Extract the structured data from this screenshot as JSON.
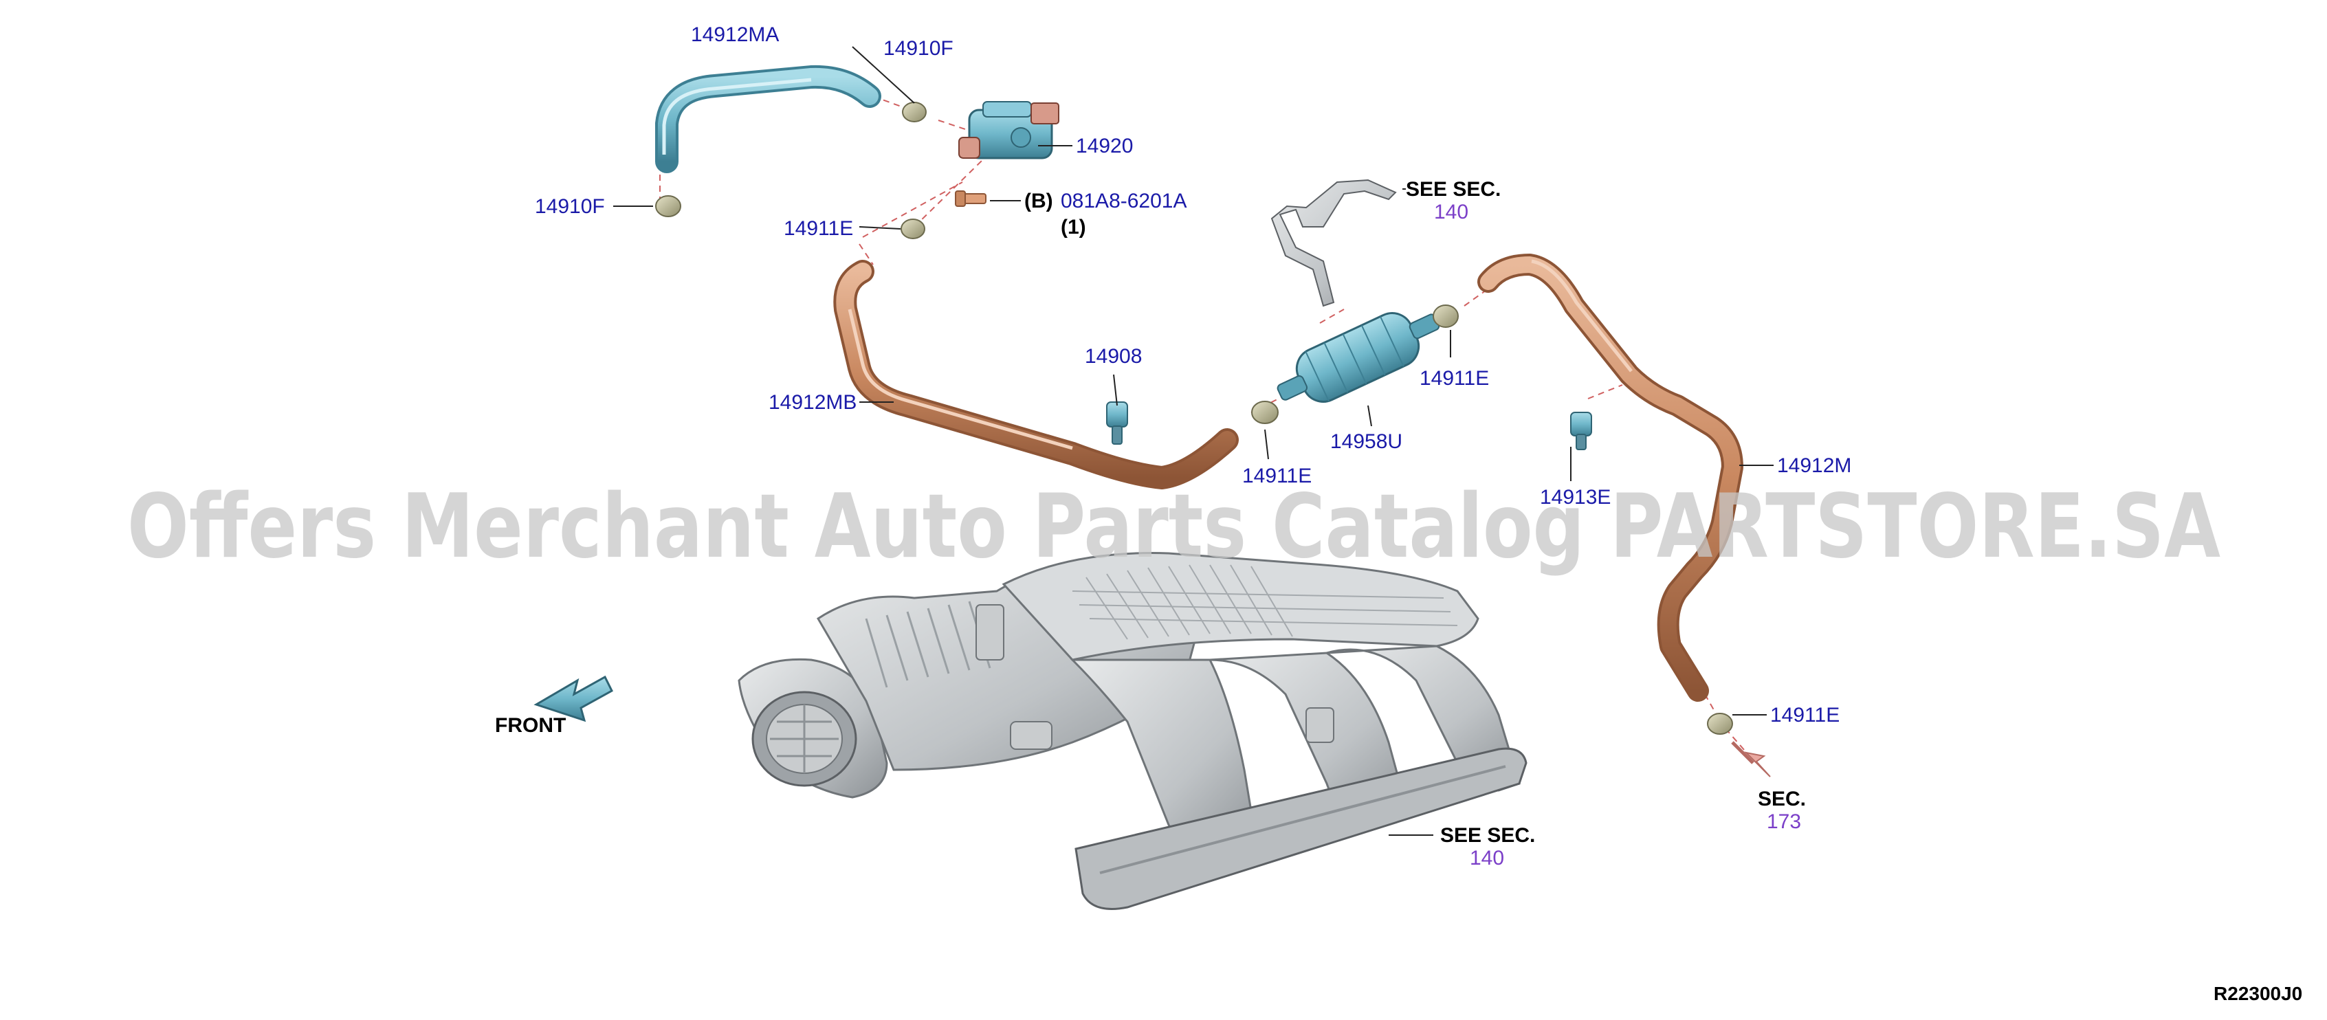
{
  "labels": {
    "p14912MA": "14912MA",
    "p14910F_top": "14910F",
    "p14920": "14920",
    "p14910F_left": "14910F",
    "p14911E_upper": "14911E",
    "bolt_b": "(B)",
    "bolt_part": "081A8-6201A",
    "bolt_qty": "(1)",
    "see_sec_1": "SEE SEC.",
    "see_sec_1_num": "140",
    "p14908": "14908",
    "p14912MB": "14912MB",
    "p14911E_mid": "14911E",
    "p14958U": "14958U",
    "p14911E_bottom": "14911E",
    "p14912M": "14912M",
    "p14913E": "14913E",
    "p14911E_right": "14911E",
    "sec_2": "SEC.",
    "sec_2_num": "173",
    "see_sec_3": "SEE SEC.",
    "see_sec_3_num": "140",
    "front": "FRONT"
  },
  "watermark": "Offers Merchant Auto Parts Catalog PARTSTORE.SA",
  "diagram_code": "R22300J0",
  "colors": {
    "part_number": "#1a1aa8",
    "section_ref": "#7b3fc8",
    "hose_copper": "#c98860",
    "hose_blue": "#7fc2d4",
    "manifold": "#cfd2d4",
    "watermark": "#c8c8c8"
  }
}
